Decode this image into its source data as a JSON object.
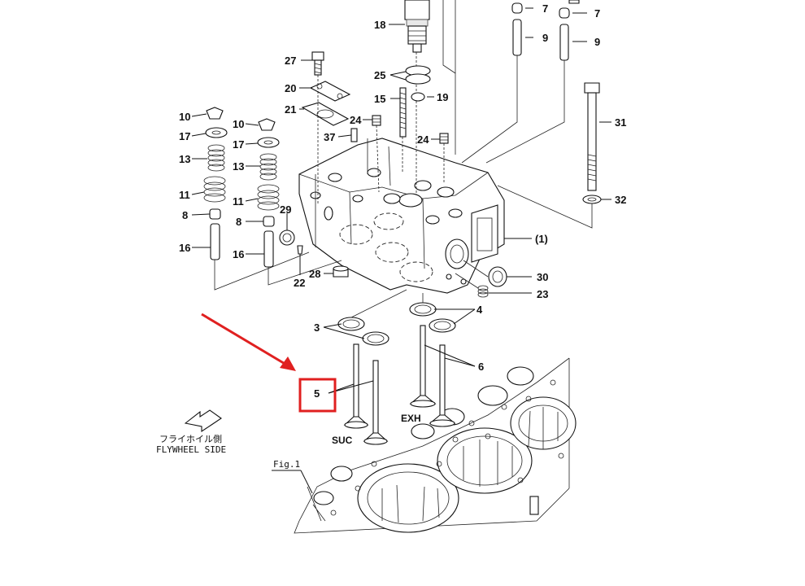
{
  "callouts": {
    "c18": "18",
    "c27": "27",
    "c20": "20",
    "c21": "21",
    "c25": "25",
    "c15": "15",
    "c19": "19",
    "c10a": "10",
    "c17a": "17",
    "c13a": "13",
    "c11a": "11",
    "c8a": "8",
    "c16a": "16",
    "c10b": "10",
    "c17b": "17",
    "c13b": "13",
    "c11b": "11",
    "c8b": "8",
    "c16b": "16",
    "c37": "37",
    "c24a": "24",
    "c24b": "24",
    "c29": "29",
    "c22": "22",
    "c28": "28",
    "c7a": "7",
    "c7b": "7",
    "c9a": "9",
    "c9b": "9",
    "c31": "31",
    "c32": "32",
    "c1": "(1)",
    "c30": "30",
    "c23": "23",
    "c3": "3",
    "c4": "4",
    "c6": "6",
    "c5": "5"
  },
  "labels": {
    "exh": "EXH",
    "suc": "SUC",
    "flywheel_jp": "フライホイル側",
    "flywheel_en": "FLYWHEEL SIDE",
    "fig": "Fig.1"
  },
  "highlight": {
    "part": "5",
    "box_color": "#e02020",
    "arrow_color": "#e02020"
  }
}
